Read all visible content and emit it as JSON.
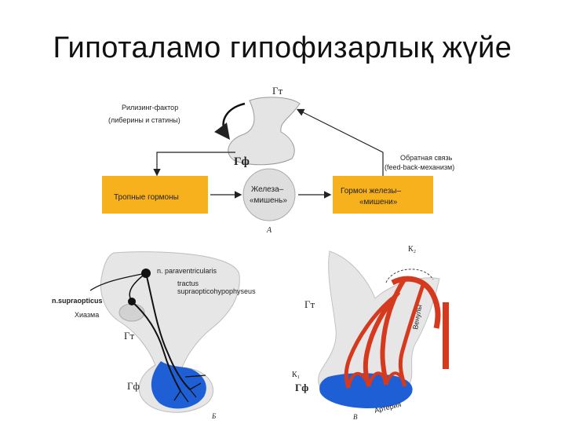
{
  "title": "Гипоталамо гипофизарлық жүйе",
  "colors": {
    "yellow_box": "#f7b11c",
    "artery_red": "#d63a1e",
    "pituitary_blue": "#1f5fd6",
    "gland_gray": "#d9d9d9",
    "nerve_black": "#111111"
  },
  "diagram_a": {
    "gt_label": "Гт",
    "gf_label": "Гф",
    "releasing_factor": "Рилизинг-фактор",
    "releasing_sub": "(либерины и статины)",
    "feedback": "Обратная связь",
    "feedback_sub": "(feed-back-механизм)",
    "tropic_hormones": "Тропные гормоны",
    "target_gland_1": "Железа–",
    "target_gland_2": "«мишень»",
    "gland_hormone_1": "Гормон железы–",
    "gland_hormone_2": "«мишени»",
    "panel_letter": "А"
  },
  "diagram_b": {
    "n_paraventricularis": "n. paraventricularis",
    "tractus_1": "tractus",
    "tractus_2": "supraopticohypophyseus",
    "n_supraopticus": "n.supraopticus",
    "chiasma": "Хиазма",
    "gt_label": "Гт",
    "gf_label": "Гф",
    "panel_letter": "Б"
  },
  "diagram_c": {
    "k2": "К₂",
    "k1": "К₁",
    "gt_label": "Гт",
    "gf_label": "Гф",
    "veins": "Венулы",
    "artery": "Артерия",
    "panel_letter": "В"
  }
}
